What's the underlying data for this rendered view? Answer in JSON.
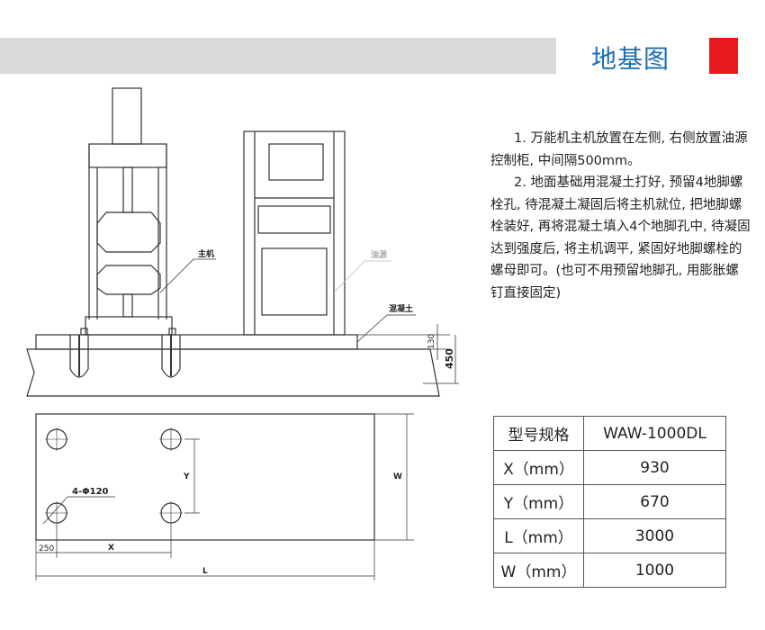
{
  "header": {
    "title": "地基图",
    "accent": "#e8191d",
    "title_color": "#1b6fb5"
  },
  "notes": [
    "1. 万能机主机放置在左侧, 右侧放置油源控制柜, 中间隔500mm。",
    "2. 地面基础用混凝土打好, 预留4地脚螺栓孔, 待混凝土凝固后将主机就位, 把地脚螺栓装好, 再将混凝土填入4个地脚孔中, 待凝固达到强度后, 将主机调平, 紧固好地脚螺栓的螺母即可。(也可不用预留地脚孔, 用膨胀螺钉直接固定)"
  ],
  "drawing": {
    "label_main": "主机",
    "label_oil": "油源",
    "label_concrete": "混凝土",
    "dim_130": "130",
    "dim_450": "450",
    "dim_holes": "4-Φ120",
    "dim_y": "Y",
    "dim_w": "W",
    "dim_250": "250",
    "dim_x": "X",
    "dim_l": "L"
  },
  "table": {
    "header": [
      "型号规格",
      "WAW-1000DL"
    ],
    "rows": [
      [
        "X（mm）",
        "930"
      ],
      [
        "Y（mm）",
        "670"
      ],
      [
        "L（mm）",
        "3000"
      ],
      [
        "W（mm）",
        "1000"
      ]
    ]
  }
}
